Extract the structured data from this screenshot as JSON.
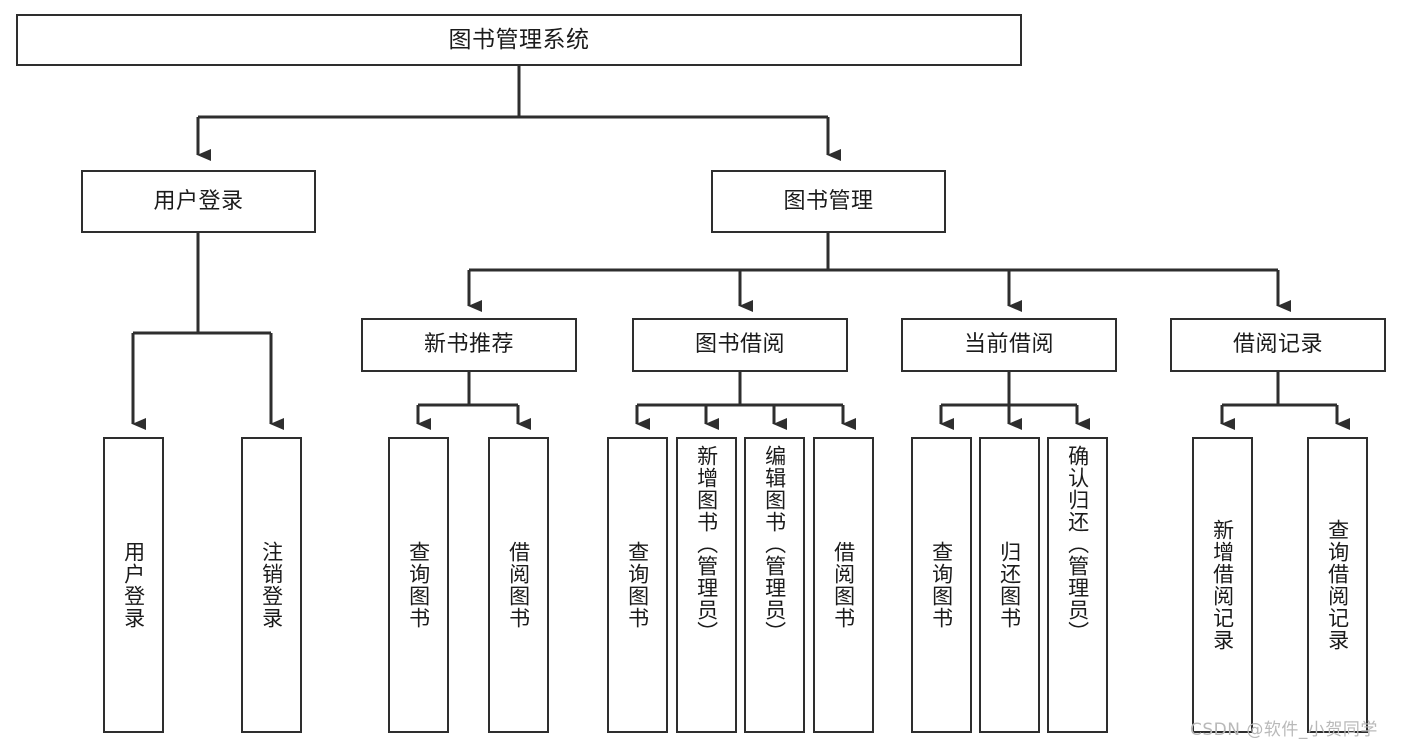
{
  "diagram": {
    "type": "tree-hierarchy-diagram",
    "title": "图书管理系统",
    "watermark": "CSDN @软件_小贺同学",
    "colors": {
      "box_border": "#2e2e2e",
      "box_fill": "#ffffff",
      "connector": "#2e2e2e",
      "text": "#1b1b1b",
      "watermark": "#b9b9b9",
      "background": "#ffffff"
    },
    "nodes": {
      "root": {
        "label": "图书管理系统"
      },
      "level2": [
        {
          "label": "用户登录"
        },
        {
          "label": "图书管理"
        }
      ],
      "level3": [
        {
          "label": "新书推荐"
        },
        {
          "label": "图书借阅"
        },
        {
          "label": "当前借阅"
        },
        {
          "label": "借阅记录"
        }
      ],
      "leaves": {
        "user_login": [
          {
            "label": "用户登录"
          },
          {
            "label": "注销登录"
          }
        ],
        "new_book_recommend": [
          {
            "label": "查询图书"
          },
          {
            "label": "借阅图书"
          }
        ],
        "book_borrow": [
          {
            "label": "查询图书"
          },
          {
            "label": "新增图书（管理员）"
          },
          {
            "label": "编辑图书（管理员）"
          },
          {
            "label": "借阅图书"
          }
        ],
        "current_borrow": [
          {
            "label": "查询图书"
          },
          {
            "label": "归还图书"
          },
          {
            "label": "确认归还（管理员）"
          }
        ],
        "borrow_record": [
          {
            "label": "新增借阅记录"
          },
          {
            "label": "查询借阅记录"
          }
        ]
      }
    }
  }
}
